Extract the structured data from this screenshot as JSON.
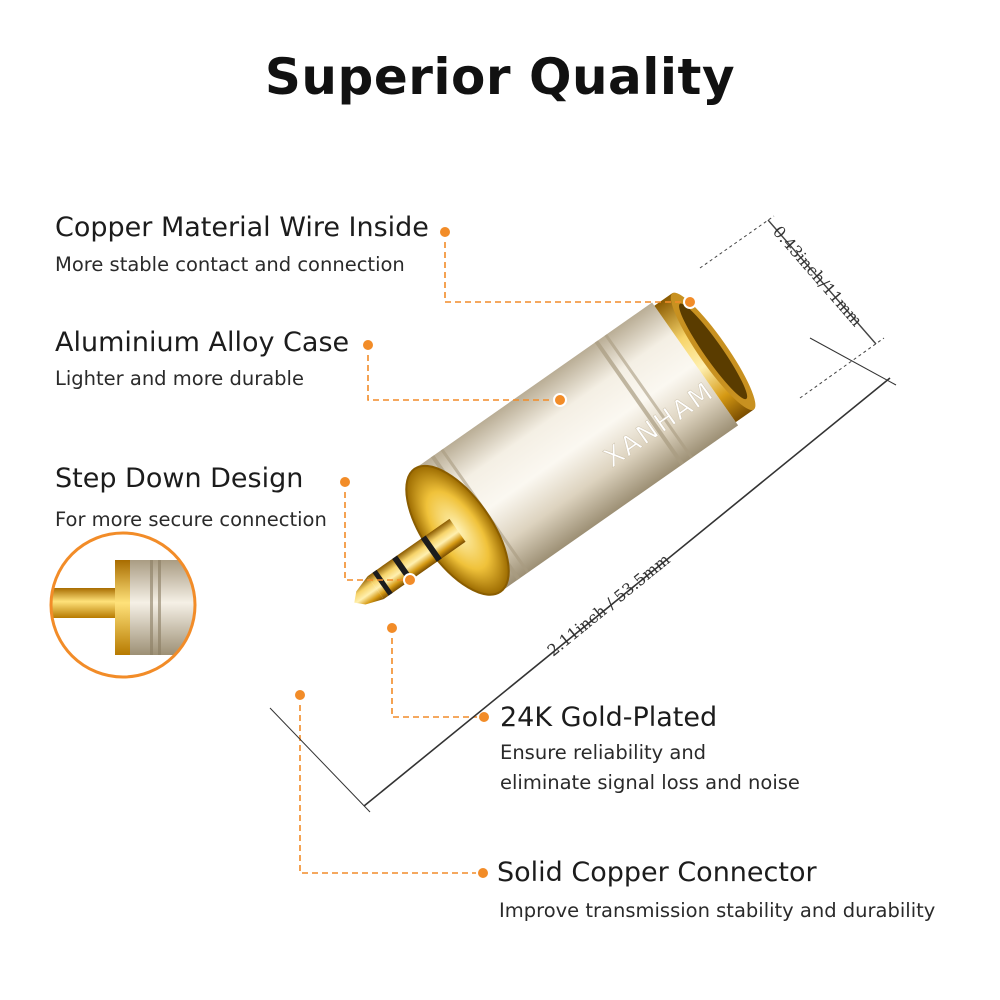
{
  "title": "Superior Quality",
  "brand": "XANHAM",
  "dimensions": {
    "diameter": "0.43inch/11mm",
    "length": "2.11inch / 53.5mm"
  },
  "features": {
    "copper_wire": {
      "title": "Copper Material Wire Inside",
      "desc": "More stable contact and connection"
    },
    "alloy_case": {
      "title": "Aluminium Alloy Case",
      "desc": "Lighter and more durable"
    },
    "step_down": {
      "title": "Step Down Design",
      "desc": "For more secure connection"
    },
    "gold_plated": {
      "title": "24K Gold-Plated",
      "desc_line1": "Ensure reliability and",
      "desc_line2": "eliminate signal loss and noise"
    },
    "solid_copper": {
      "title": "Solid Copper Connector",
      "desc": "Improve transmission stability and durability"
    }
  },
  "colors": {
    "accent": "#f28c28",
    "gold": "#d6a21e",
    "silver_body": "#ddd5c4"
  }
}
